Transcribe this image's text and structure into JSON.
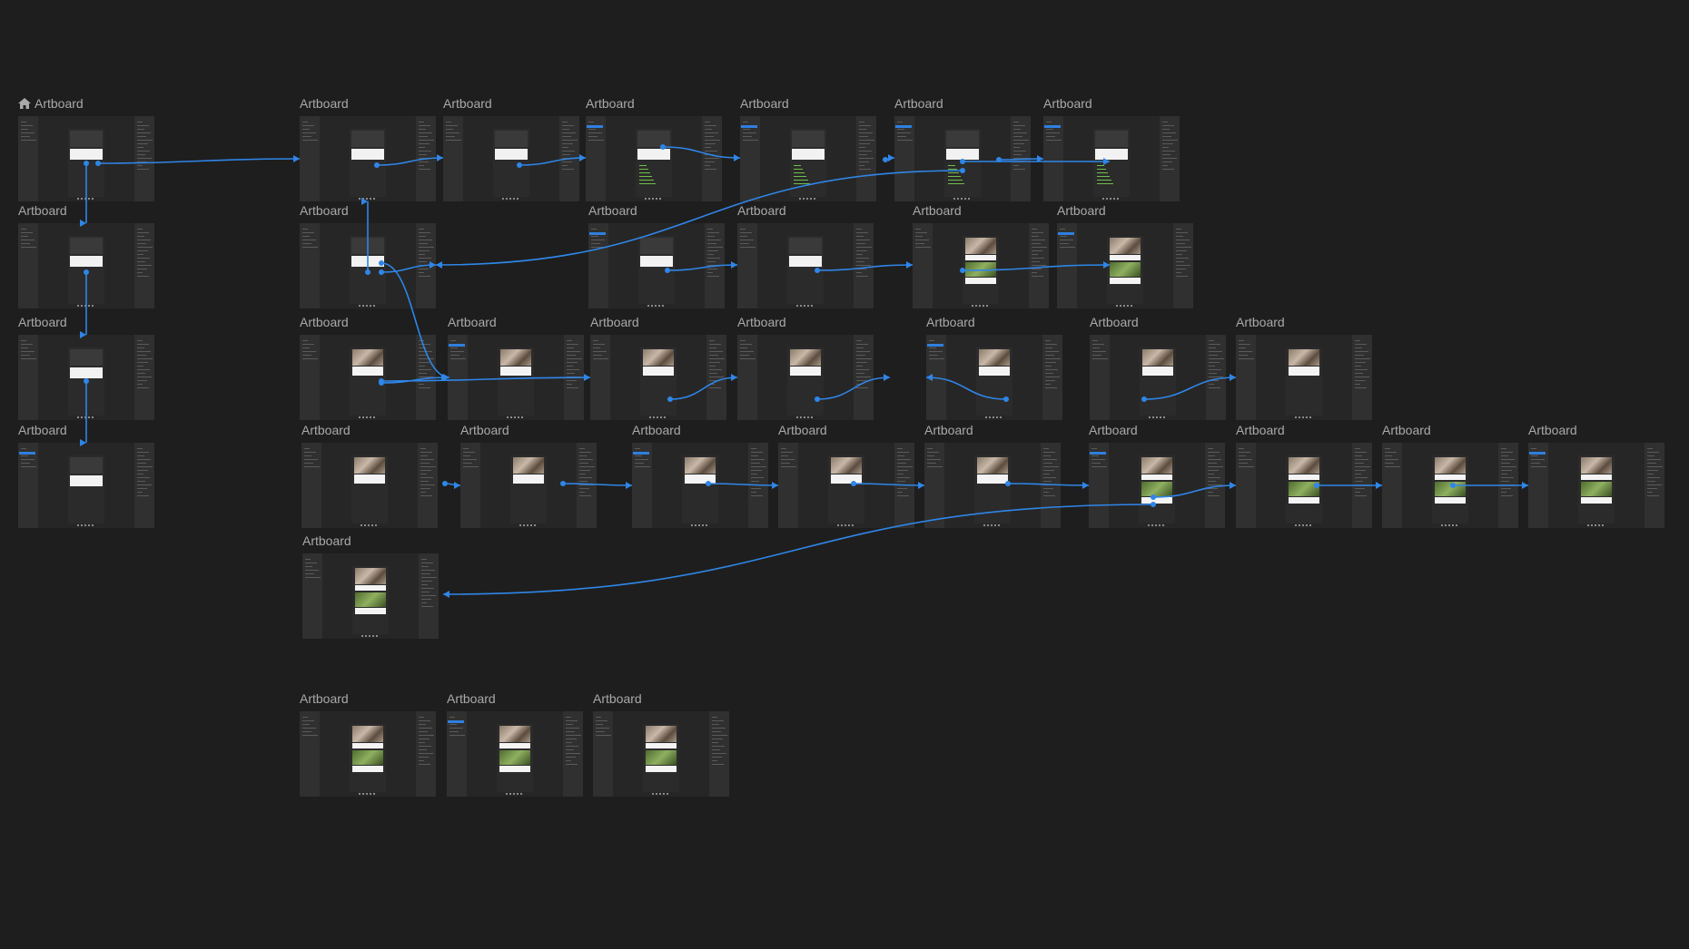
{
  "canvas": {
    "background": "#1e1e1e",
    "link_color": "#2f86e8",
    "home_icon": "home-icon"
  },
  "artboards": [
    {
      "title": "Artboard",
      "home": true
    },
    {
      "title": "Artboard"
    },
    {
      "title": "Artboard"
    },
    {
      "title": "Artboard"
    },
    {
      "title": "Artboard"
    },
    {
      "title": "Artboard"
    },
    {
      "title": "Artboard"
    },
    {
      "title": "Artboard"
    },
    {
      "title": "Artboard"
    },
    {
      "title": "Artboard"
    },
    {
      "title": "Artboard"
    },
    {
      "title": "Artboard"
    },
    {
      "title": "Artboard"
    },
    {
      "title": "Artboard"
    },
    {
      "title": "Artboard"
    },
    {
      "title": "Artboard"
    },
    {
      "title": "Artboard"
    },
    {
      "title": "Artboard"
    },
    {
      "title": "Artboard"
    },
    {
      "title": "Artboard"
    },
    {
      "title": "Artboard"
    },
    {
      "title": "Artboard"
    },
    {
      "title": "Artboard"
    },
    {
      "title": "Artboard"
    },
    {
      "title": "Artboard"
    },
    {
      "title": "Artboard"
    },
    {
      "title": "Artboard"
    },
    {
      "title": "Artboard"
    },
    {
      "title": "Artboard"
    },
    {
      "title": "Artboard"
    },
    {
      "title": "Artboard"
    },
    {
      "title": "Artboard"
    },
    {
      "title": "Artboard"
    },
    {
      "title": "Artboard"
    },
    {
      "title": "Artboard"
    },
    {
      "title": "Artboard"
    },
    {
      "title": "Artboard"
    },
    {
      "title": "Artboard"
    }
  ]
}
